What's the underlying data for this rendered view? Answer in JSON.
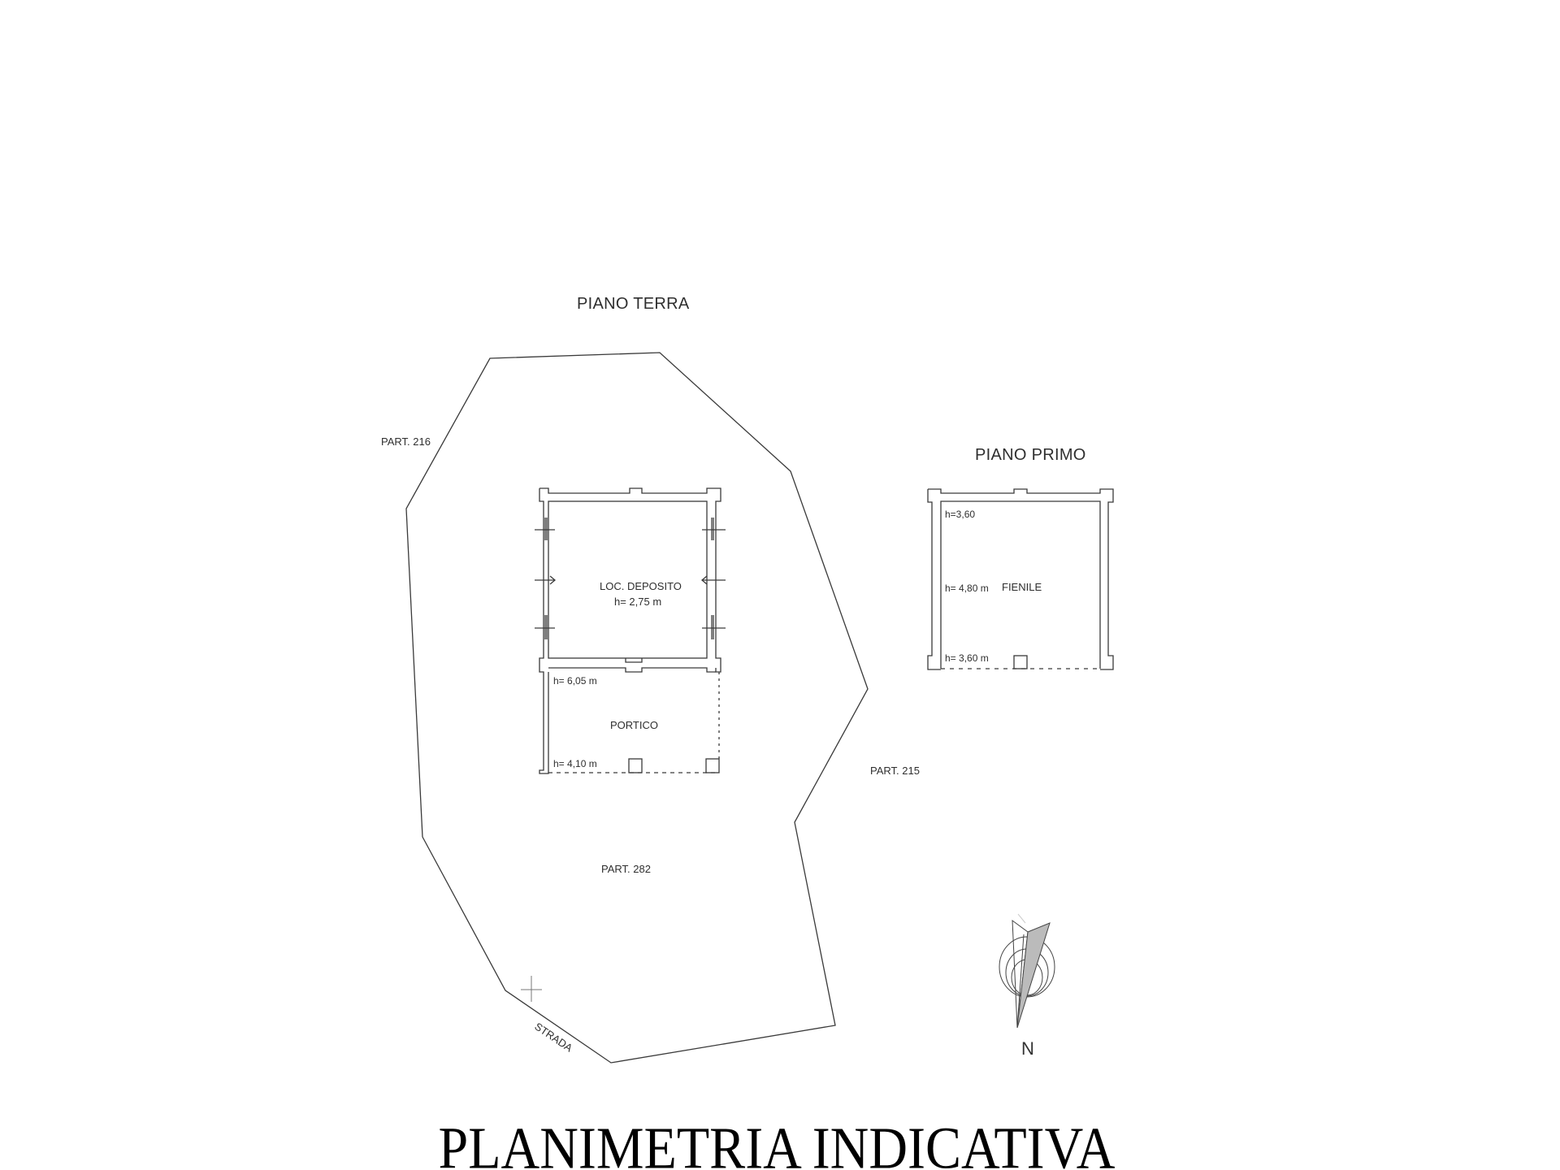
{
  "title": "PLANIMETRIA INDICATIVA",
  "sections": {
    "ground_floor": {
      "title": "PIANO TERRA",
      "rooms": [
        {
          "name": "LOC. DEPOSITO",
          "height": "h= 2,75 m"
        },
        {
          "name": "PORTICO",
          "height_top": "h= 6,05 m",
          "height_bottom": "h= 4,10 m"
        }
      ]
    },
    "first_floor": {
      "title": "PIANO PRIMO",
      "rooms": [
        {
          "name": "FIENILE",
          "height_top": "h=3,60",
          "height_mid": "h= 4,80 m",
          "height_bottom": "h= 3,60 m"
        }
      ]
    }
  },
  "parcels": {
    "p216": "PART. 216",
    "p215": "PART. 215",
    "p282": "PART. 282"
  },
  "road_label": "STRADA",
  "north_label": "N",
  "colors": {
    "line": "#3a3a3a",
    "text": "#2f2f2f",
    "title": "#000000",
    "background": "#ffffff"
  }
}
